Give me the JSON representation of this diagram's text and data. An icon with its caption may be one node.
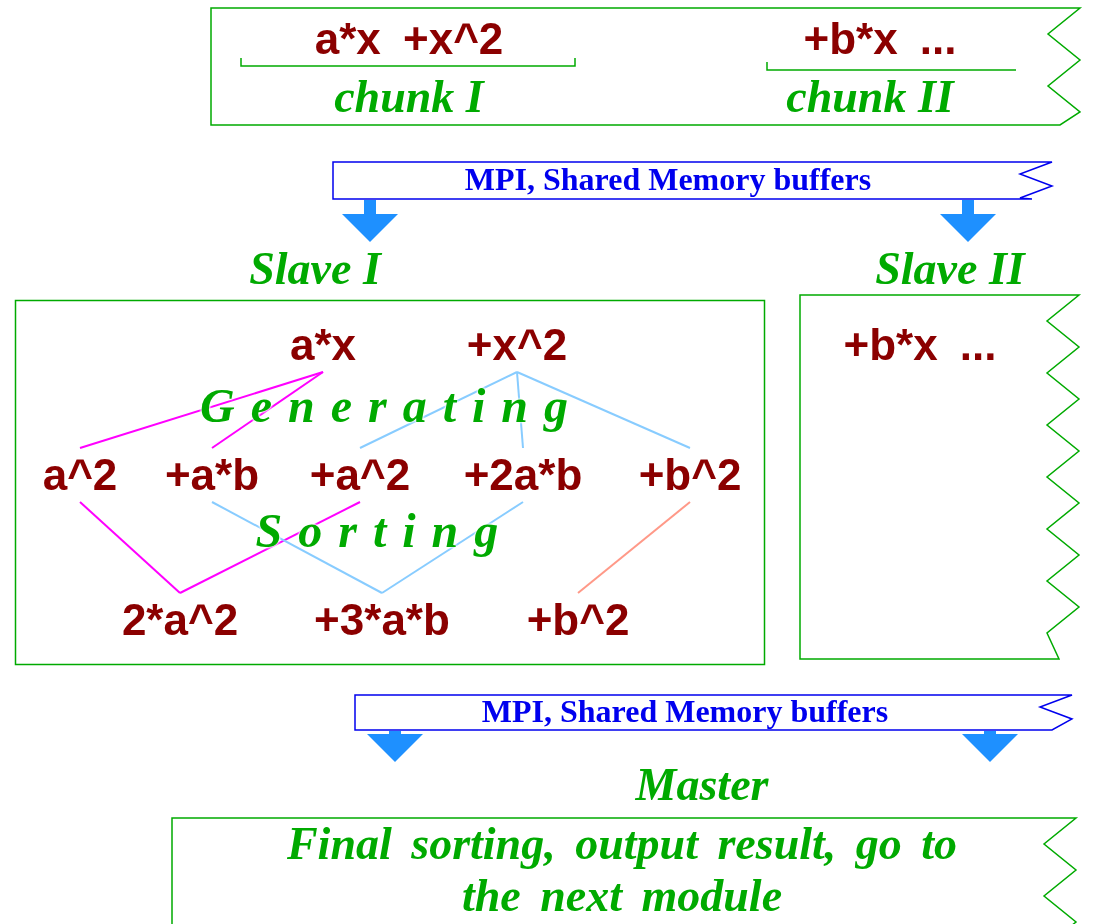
{
  "diagram": {
    "nodes": [
      {
        "text": [],
        "shape": "box"
      },
      {
        "text": [
          "a*x +x^2",
          "chunk I"
        ],
        "in": 0
      },
      {
        "text": [
          "+b*x ...",
          "chunk II"
        ],
        "in": 0
      },
      {
        "text": [
          "MPI, Shared Memory buffers"
        ]
      },
      {
        "text": [
          "Slave I"
        ]
      },
      {
        "text": [
          "a*x"
        ],
        "in": 4
      },
      {
        "text": [
          "+x^2"
        ],
        "in": 4
      },
      {
        "text": [
          "a^2"
        ],
        "in": 4
      },
      {
        "text": [
          "+a*b"
        ],
        "in": 4
      },
      {
        "text": [
          "+a^2"
        ],
        "in": 4
      },
      {
        "text": [
          "+2a*b"
        ],
        "in": 4
      },
      {
        "text": [
          "+b^2"
        ],
        "in": 4
      },
      {
        "text": [
          "2*a^2"
        ],
        "in": 4
      },
      {
        "text": [
          "+3*a*b"
        ],
        "in": 4
      },
      {
        "text": [
          "+b^2"
        ],
        "in": 4
      },
      {
        "text": [
          "Slave II",
          "+b*x ..."
        ]
      },
      {
        "text": [
          "MPI, Shared Memory buffers"
        ]
      },
      {
        "text": [
          "Master",
          "Final sorting, output result, go to the next module"
        ]
      }
    ],
    "edges": [
      {
        "from": 3,
        "to": 4,
        "arrow": "to",
        "style": "thick",
        "color": "#1e90ff"
      },
      {
        "from": 3,
        "to": 15,
        "arrow": "to",
        "style": "thick",
        "color": "#1e90ff"
      },
      {
        "from": 5,
        "to": 7,
        "arrow": "none",
        "color": "#ff00ff"
      },
      {
        "from": 5,
        "to": 8,
        "arrow": "none",
        "color": "#ff00ff"
      },
      {
        "from": 6,
        "to": 9,
        "arrow": "none",
        "color": "#88ccff"
      },
      {
        "from": 6,
        "to": 10,
        "arrow": "none",
        "color": "#88ccff"
      },
      {
        "from": 6,
        "to": 11,
        "arrow": "none",
        "color": "#88ccff"
      },
      {
        "from": 7,
        "to": 12,
        "arrow": "none",
        "color": "#ff00ff"
      },
      {
        "from": 9,
        "to": 12,
        "arrow": "none",
        "color": "#ff00ff"
      },
      {
        "from": 8,
        "to": 13,
        "arrow": "none",
        "color": "#88ccff"
      },
      {
        "from": 10,
        "to": 13,
        "arrow": "none",
        "color": "#88ccff"
      },
      {
        "from": 11,
        "to": 14,
        "arrow": "none",
        "color": "#ff9988"
      },
      {
        "from": 16,
        "to": 17,
        "arrow": "to",
        "style": "thick",
        "color": "#1e90ff"
      },
      {
        "from": 16,
        "to": 17,
        "arrow": "to",
        "style": "thick",
        "color": "#1e90ff"
      }
    ],
    "labels": [
      "Generating",
      "Sorting"
    ]
  }
}
